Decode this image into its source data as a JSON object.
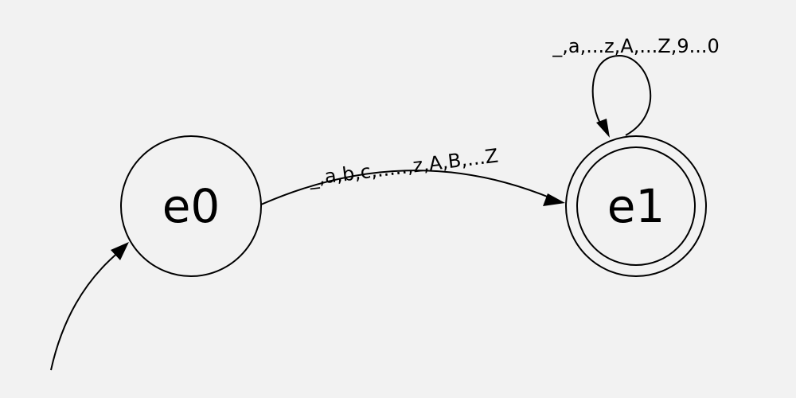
{
  "states": [
    {
      "id": "e0",
      "label": "e0",
      "initial": true,
      "accepting": false
    },
    {
      "id": "e1",
      "label": "e1",
      "initial": false,
      "accepting": true
    }
  ],
  "transitions": [
    {
      "from": "e0",
      "to": "e1",
      "label": "_,a,b,c,.....,z,A,B,...Z"
    },
    {
      "from": "e1",
      "to": "e1",
      "label": "_,a,...z,A,...Z,9...0"
    }
  ]
}
